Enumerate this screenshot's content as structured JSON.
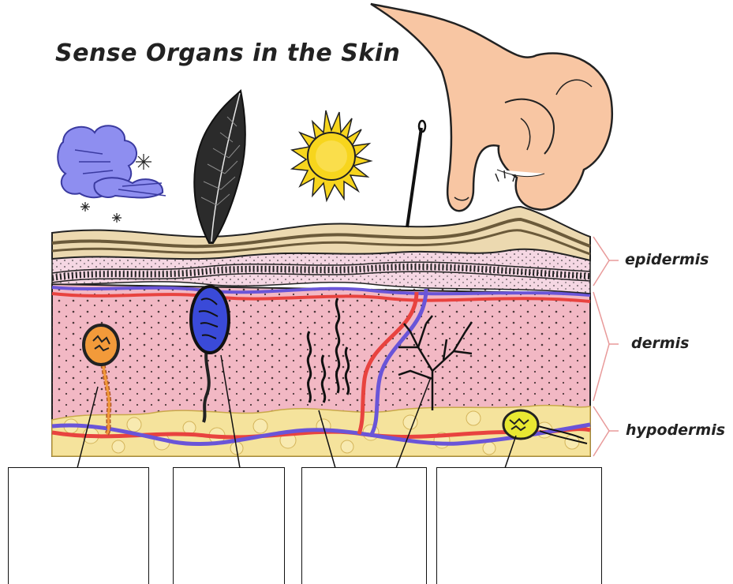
{
  "title": "Sense Organs in the Skin",
  "layers": {
    "epidermis": "epidermis",
    "dermis": "dermis",
    "hypodermis": "hypodermis"
  },
  "stimuli": [
    "cold-wind-icon",
    "feather-icon",
    "sun-icon",
    "pin-icon",
    "pinching-hand-icon"
  ],
  "receptors": [
    "pacinian-corpuscle",
    "meissner-corpuscle",
    "free-nerve-endings",
    "branched-nerve-ending",
    "ruffini-ending"
  ],
  "answer_boxes": [
    "",
    "",
    "",
    ""
  ],
  "colors": {
    "dermis": "#f2b8c4",
    "epidermis_outer": "#ecd9b0",
    "epidermis_pink": "#f5d7e3",
    "fat": "#f5e39c",
    "artery": "#e8433f",
    "vein": "#6a55d8",
    "sun": "#f7d51d",
    "cloud": "#8e8ef0",
    "skin_hand": "#f8c6a3"
  }
}
